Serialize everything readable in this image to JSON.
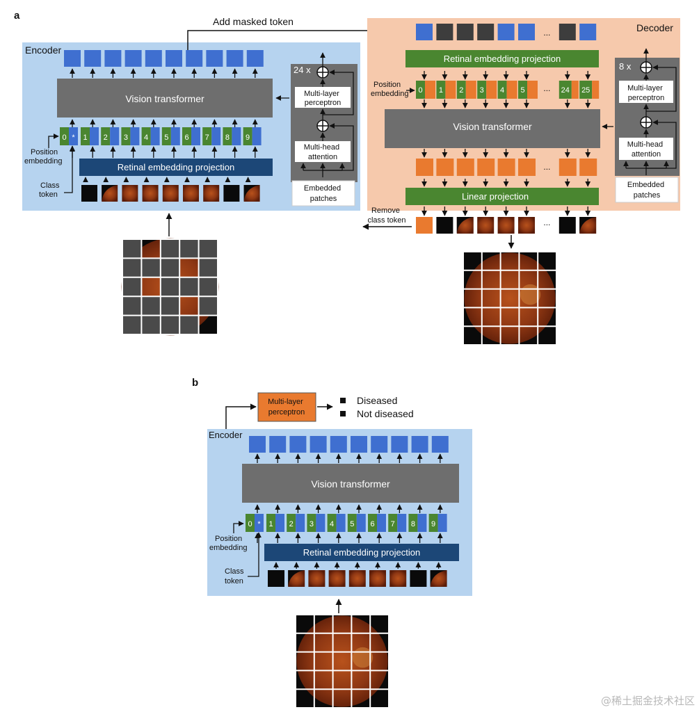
{
  "panel_a": {
    "label": "a",
    "add_masked_token": "Add masked token",
    "encoder": {
      "title": "Encoder",
      "vision_transformer": "Vision transformer",
      "position_tokens": [
        "0",
        "*",
        "1",
        "2",
        "3",
        "4",
        "5",
        "6",
        "7",
        "8",
        "9"
      ],
      "position_embedding": [
        "Position",
        "embedding"
      ],
      "class_token": [
        "Class",
        "token"
      ],
      "retinal_projection": "Retinal embedding projection",
      "repeat": "24 x",
      "mlp": [
        "Multi-layer",
        "perceptron"
      ],
      "mha": [
        "Multi-head",
        "attention"
      ],
      "embedded_patches": [
        "Embedded",
        "patches"
      ]
    },
    "decoder": {
      "title": "Decoder",
      "retinal_projection": "Retinal embedding projection",
      "position_embedding": [
        "Position",
        "embedding"
      ],
      "position_tokens": [
        "0",
        "1",
        "2",
        "3",
        "4",
        "5",
        "...",
        "24",
        "25"
      ],
      "vision_transformer": "Vision transformer",
      "linear_projection": "Linear projection",
      "remove_class_token": [
        "Remove",
        "class token"
      ],
      "repeat": "8 x",
      "mlp": [
        "Multi-layer",
        "perceptron"
      ],
      "mha": [
        "Multi-head",
        "attention"
      ],
      "embedded_patches": [
        "Embedded",
        "patches"
      ],
      "ellipsis": "..."
    }
  },
  "panel_b": {
    "label": "b",
    "mlp": [
      "Multi-layer",
      "perceptron"
    ],
    "legend": [
      "Diseased",
      "Not diseased"
    ],
    "encoder": {
      "title": "Encoder",
      "vision_transformer": "Vision transformer",
      "position_tokens": [
        "0",
        "*",
        "1",
        "2",
        "3",
        "4",
        "5",
        "6",
        "7",
        "8",
        "9"
      ],
      "position_embedding": [
        "Position",
        "embedding"
      ],
      "class_token": [
        "Class",
        "token"
      ],
      "retinal_projection": "Retinal embedding projection"
    }
  },
  "watermark": "@稀土掘金技术社区",
  "colors": {
    "encoder_bg": "#b6d3ef",
    "decoder_bg": "#f6c9ac",
    "token_blue": "#3f6fd0",
    "token_dark": "#3d3d3d",
    "transformer_gray": "#6e6e6e",
    "projection_navy": "#1c4777",
    "projection_green": "#4a8630",
    "position_green": "#4a8630",
    "output_orange": "#e97a2f",
    "retina_red": "#8a3212",
    "mask_gray": "#4a4a4a"
  }
}
